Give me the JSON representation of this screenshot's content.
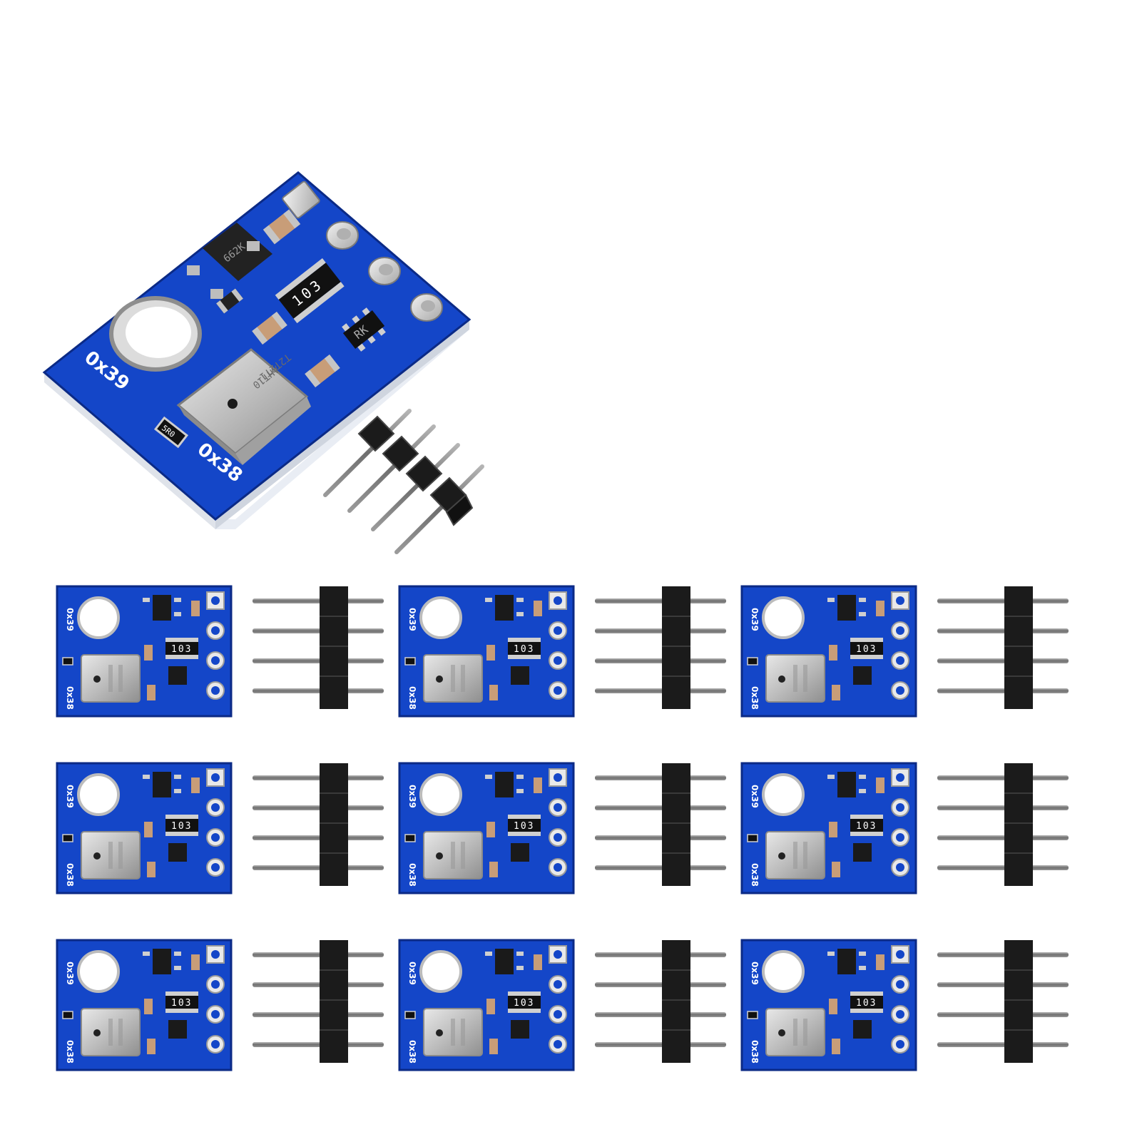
{
  "product_photo": {
    "background": "#ffffff",
    "pcb_color": "#1446c8",
    "pcb_edge": "#0b2a86",
    "header_plastic": "#1b1b1b",
    "pin_metal": "#8a8a8a",
    "sensor_can": "#c9c9c9",
    "hero_module": {
      "silk_address_top": "0x39",
      "silk_address_bottom": "0x38",
      "ic_marking": "662K",
      "resistor_marking": "103",
      "sensor_marking_1": "AHT10",
      "sensor_marking_2": "T2T2T1",
      "small_ic_marking": "RK",
      "resistor_small_marking": "5R0",
      "header_pin_count": 4
    },
    "grid": {
      "rows": 3,
      "modules_per_row": [
        3,
        3,
        3
      ],
      "silk_address_top": "0x39",
      "silk_address_bottom": "0x38",
      "resistor_marking": "103"
    }
  }
}
